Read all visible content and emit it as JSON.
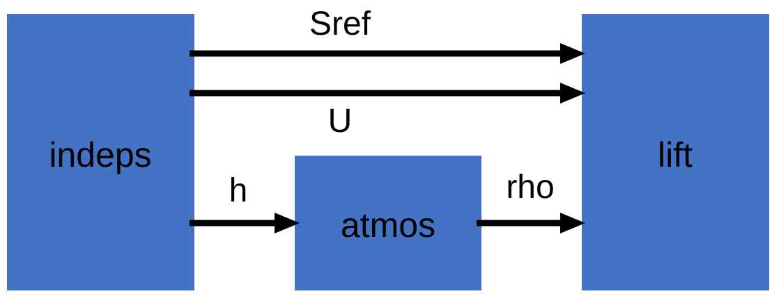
{
  "colors": {
    "box_fill": "#4472c4",
    "arrow": "#000000",
    "background": "#ffffff"
  },
  "nodes": {
    "indeps": "indeps",
    "atmos": "atmos",
    "lift": "lift"
  },
  "edges": [
    {
      "from": "indeps",
      "to": "lift",
      "label": "Sref"
    },
    {
      "from": "indeps",
      "to": "lift",
      "label": "U"
    },
    {
      "from": "indeps",
      "to": "atmos",
      "label": "h"
    },
    {
      "from": "atmos",
      "to": "lift",
      "label": "rho"
    }
  ]
}
